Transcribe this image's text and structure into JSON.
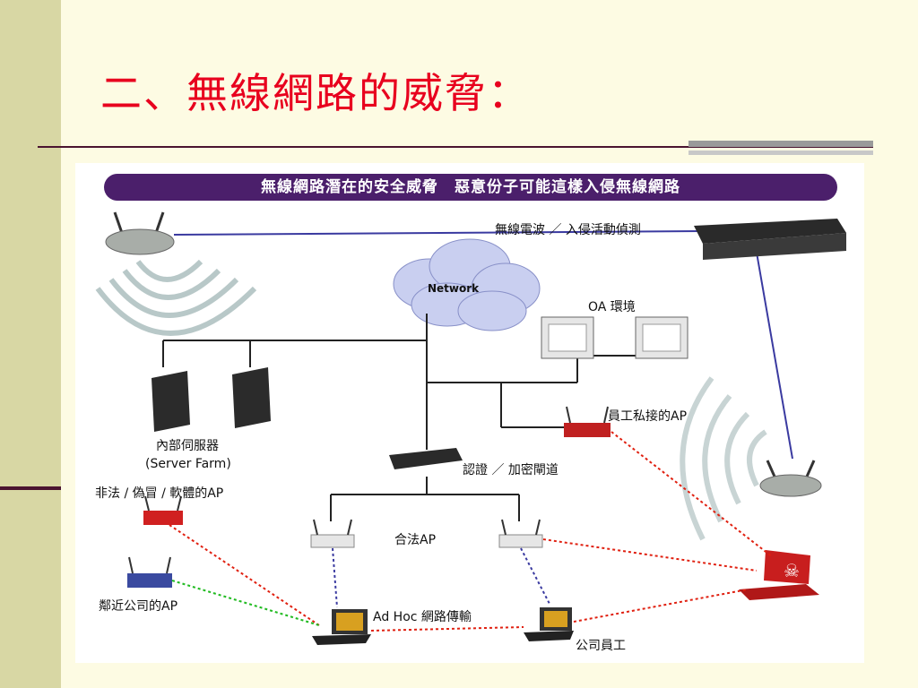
{
  "slide": {
    "title": "二、無線網路的威脅："
  },
  "diagram": {
    "banner": "無線網路潛在的安全威脅　惡意份子可能這樣入侵無線網路",
    "labels": {
      "ids": "無線電波 ／ 入侵活動偵測",
      "network": "Network",
      "oa": "OA 環境",
      "servers": "內部伺服器",
      "server_farm": "(Server Farm)",
      "employee_ap": "員工私接的AP",
      "auth": "認證 ／ 加密閘道",
      "rogue_ap": "非法 / 偽冒 / 軟體的AP",
      "legit_ap": "合法AP",
      "neighbor_ap": "鄰近公司的AP",
      "adhoc": "Ad Hoc 網路傳輸",
      "employee": "公司員工"
    },
    "colors": {
      "banner": "#4b1f6b",
      "wireless_link": "#3a3aa0",
      "attack_link": "#e02010",
      "neighbor_link": "#22bb22",
      "lan": "#222222"
    }
  }
}
